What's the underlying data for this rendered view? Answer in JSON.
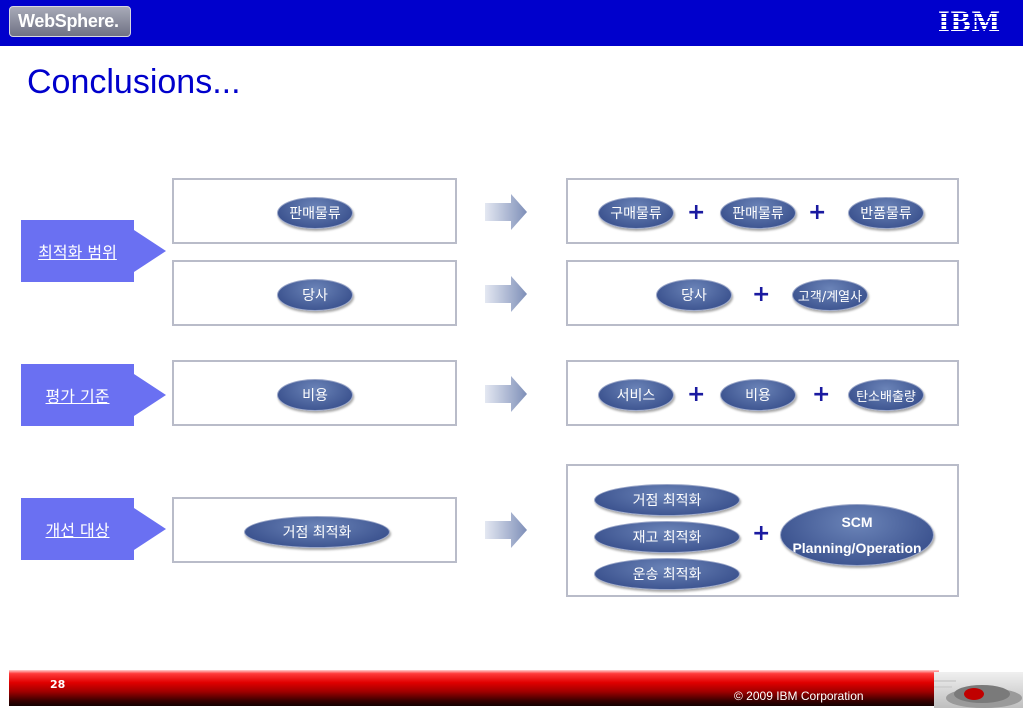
{
  "header": {
    "brand": "WebSphere.",
    "company": "IBM"
  },
  "slide": {
    "title": "Conclusions...",
    "rows": [
      {
        "label": "최적화 범위",
        "lines": [
          {
            "current": [
              "판매물류"
            ],
            "target": [
              "구매물류",
              "판매물류",
              "반품물류"
            ]
          },
          {
            "current": [
              "당사"
            ],
            "target": [
              "당사",
              "고객/계열사"
            ]
          }
        ]
      },
      {
        "label": "평가 기준",
        "lines": [
          {
            "current": [
              "비용"
            ],
            "target": [
              "서비스",
              "비용",
              "탄소배출량"
            ]
          }
        ]
      },
      {
        "label": "개선 대상",
        "lines": [
          {
            "current": [
              "거점 최적화"
            ],
            "target": [
              "거점 최적화",
              "재고 최적화",
              "운송 최적화"
            ],
            "plus": [
              "SCM",
              "Planning/Operation"
            ]
          }
        ]
      }
    ],
    "plus_sign": "+"
  },
  "footer": {
    "page_number": "28",
    "copyright": "© 2009 IBM Corporation"
  },
  "colors": {
    "header_blue": "#0000cc",
    "label_blue": "#6a70f2",
    "pill_blue": "#3d5490",
    "footer_red": "#e00000"
  }
}
